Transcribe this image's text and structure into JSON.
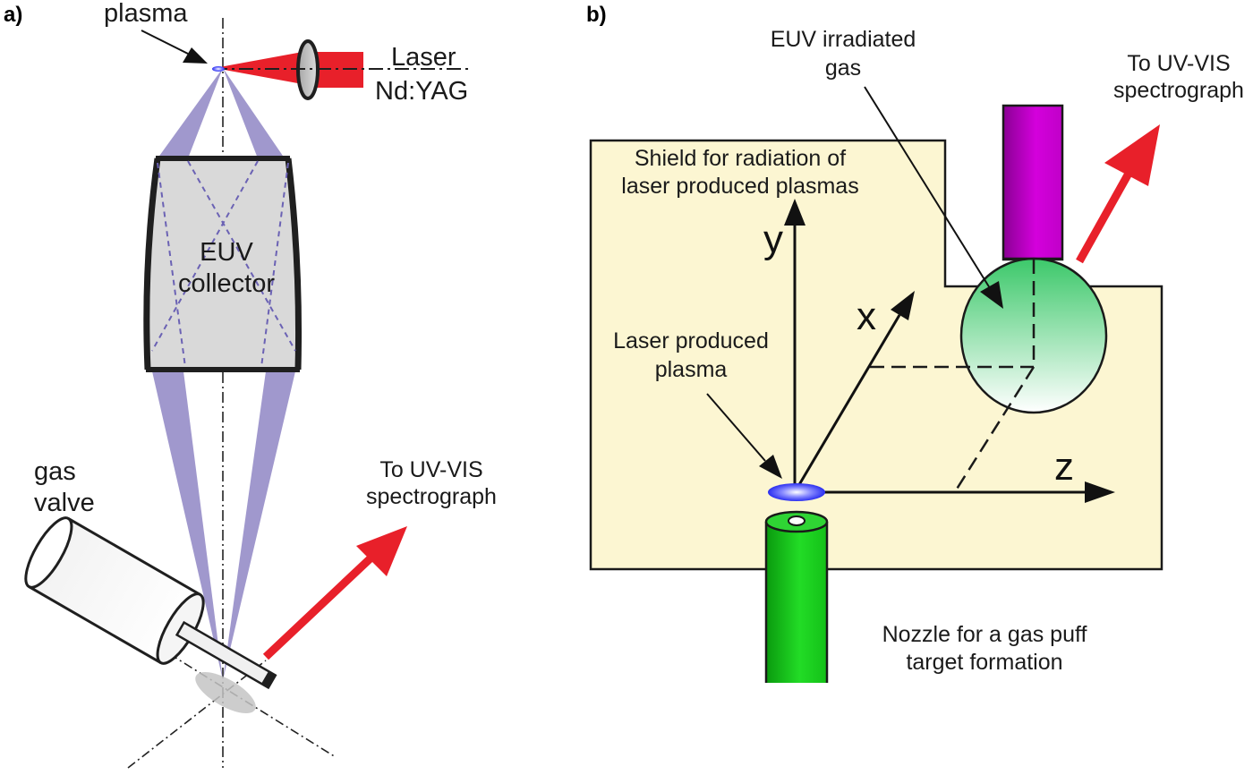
{
  "panel_a": {
    "label": "a)",
    "plasma_label": "plasma",
    "laser_label": "Laser",
    "laser_type": "Nd:YAG",
    "collector_line1": "EUV",
    "collector_line2": "collector",
    "valve_line1": "gas",
    "valve_line2": "valve",
    "uvvis_line1": "To UV-VIS",
    "uvvis_line2": "spectrograph"
  },
  "panel_b": {
    "label": "b)",
    "euv_gas_line1": "EUV irradiated",
    "euv_gas_line2": "gas",
    "uvvis_line1": "To UV-VIS",
    "uvvis_line2": "spectrograph",
    "shield_line1": "Shield for radiation of",
    "shield_line2": "laser produced plasmas",
    "axis_y": "y",
    "axis_x": "x",
    "axis_z": "z",
    "lpp_line1": "Laser produced",
    "lpp_line2": "plasma",
    "nozzle_line1": "Nozzle for a gas puff",
    "nozzle_line2": "target formation"
  },
  "colors": {
    "laser_red": "#e8202a",
    "collector_cone": "#8f86c4",
    "shield_fill": "#fcf6d2",
    "capillary_purple": "#c000c8",
    "nozzle_green": "#16c41a",
    "gas_green": "#3cc86a"
  }
}
